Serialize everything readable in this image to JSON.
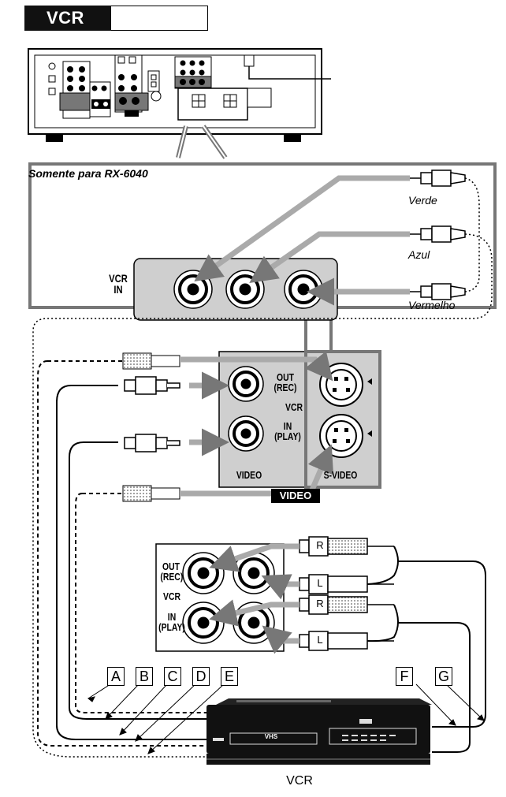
{
  "header": {
    "title": "VCR"
  },
  "note": {
    "title": "Somente para RX-6040"
  },
  "component_jacks": {
    "label": "VCR\nIN",
    "cables": [
      "Verde",
      "Azul",
      "Vermelho"
    ]
  },
  "video_panel": {
    "out_label": "OUT\n(REC)",
    "vcr_label": "VCR",
    "in_label": "IN\n(PLAY)",
    "video_label": "VIDEO",
    "svideo_label": "S-VIDEO",
    "badge": "VIDEO"
  },
  "audio_panel": {
    "out_label": "OUT\n(REC)",
    "vcr_label": "VCR",
    "in_label": "IN\n(PLAY)",
    "plug_r": "R",
    "plug_l": "L"
  },
  "cable_letters": [
    "A",
    "B",
    "C",
    "D",
    "E",
    "F",
    "G"
  ],
  "device": {
    "brand": "VHS",
    "caption": "VCR"
  }
}
